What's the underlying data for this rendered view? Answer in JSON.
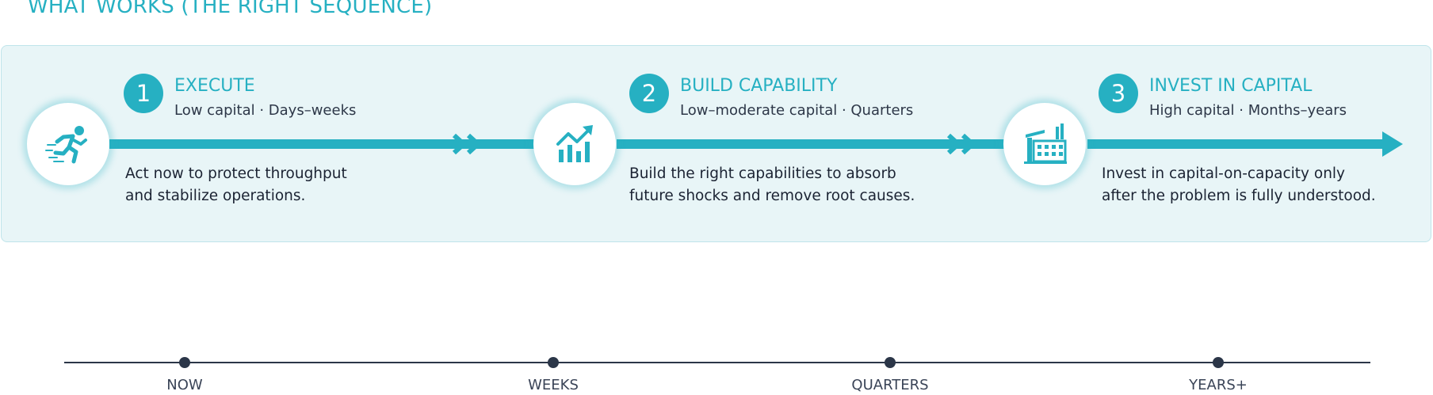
{
  "header": {
    "title": "WHAT WORKS (THE RIGHT SEQUENCE)"
  },
  "colors": {
    "accent": "#26b0c2",
    "panel_background": "#e8f5f7",
    "timeline": "#2b3648"
  },
  "steps": [
    {
      "number": "1",
      "title": "EXECUTE",
      "meta": "Low capital · Days–weeks",
      "desc_line1": "Act now to protect throughput",
      "desc_line2": "and stabilize operations.",
      "icon": "running-person-icon"
    },
    {
      "number": "2",
      "title": "BUILD CAPABILITY",
      "meta": "Low–moderate capital · Quarters",
      "desc_line1": "Build the right capabilities to absorb",
      "desc_line2": "future shocks and remove root causes.",
      "icon": "growth-chart-icon"
    },
    {
      "number": "3",
      "title": "INVEST IN CAPITAL",
      "meta": "High capital · Months–years",
      "desc_line1": "Invest in capital-on-capacity only",
      "desc_line2": "after the problem is fully understood.",
      "icon": "factory-icon"
    }
  ],
  "timeline": {
    "labels": [
      "NOW",
      "WEEKS",
      "QUARTERS",
      "YEARS+"
    ]
  }
}
